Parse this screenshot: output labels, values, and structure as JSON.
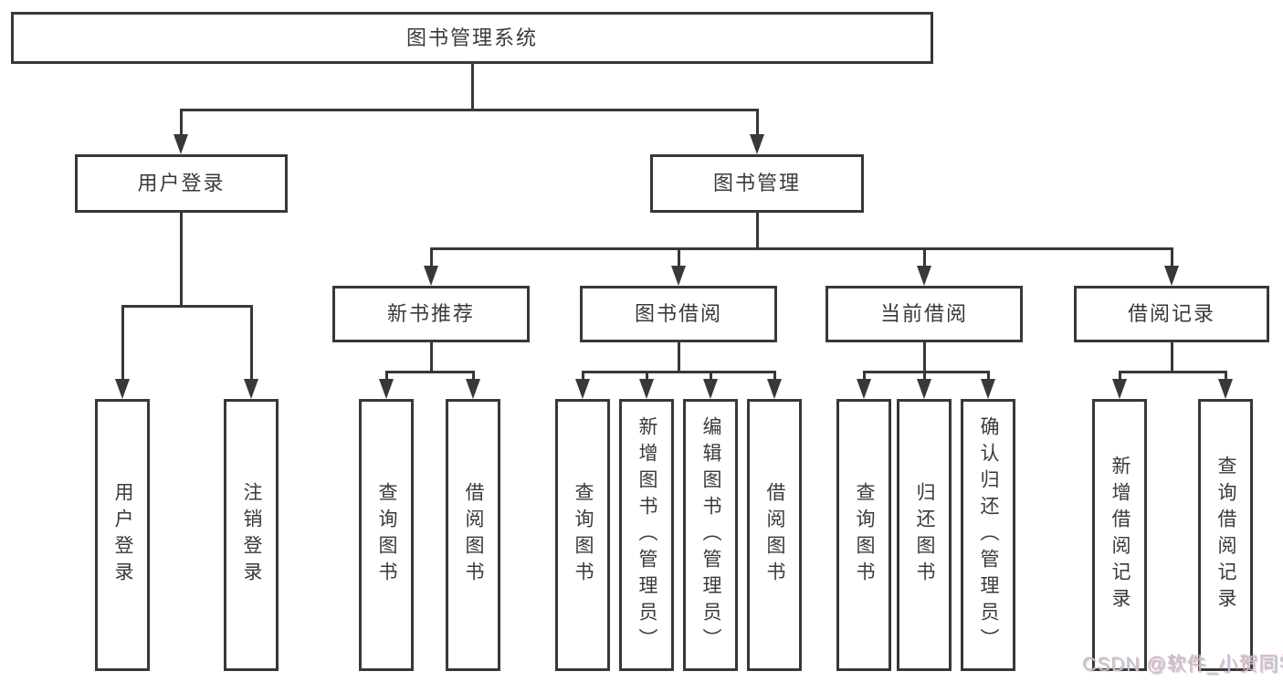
{
  "diagram_type": "hierarchy-tree",
  "nodes": {
    "root": "图书管理系统",
    "user_login": "用户登录",
    "book_management": "图书管理",
    "user_login_children": {
      "login": "用户登录",
      "logout": "注销登录"
    },
    "new_book_recommend": "新书推荐",
    "book_borrowing": "图书借阅",
    "current_borrowing": "当前借阅",
    "borrowing_records": "借阅记录",
    "new_book_recommend_children": {
      "query_books": "查询图书",
      "borrow_books": "借阅图书"
    },
    "book_borrowing_children": {
      "query_books": "查询图书",
      "add_books_admin": "新增图书（管理员）",
      "edit_books_admin": "编辑图书（管理员）",
      "borrow_books": "借阅图书"
    },
    "current_borrowing_children": {
      "query_books": "查询图书",
      "return_books": "归还图书",
      "confirm_return_admin": "确认归还（管理员）"
    },
    "borrowing_records_children": {
      "add_record": "新增借阅记录",
      "query_record": "查询借阅记录"
    }
  },
  "watermark": {
    "text": "CSDN @软件_小贺同学"
  },
  "colors": {
    "line": "#383838",
    "text": "#3a3a3a",
    "background": "#ffffff",
    "watermark": "#c4c6cb"
  }
}
